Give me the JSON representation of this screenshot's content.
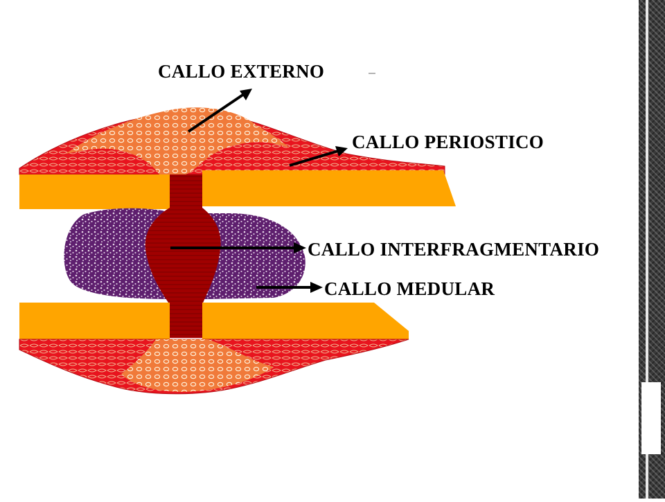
{
  "labels": {
    "external": "CALLO EXTERNO",
    "periosteal": "CALLO PERIOSTICO",
    "interfragmentary": "CALLO INTERFRAGMENTARIO",
    "medullary": "CALLO MEDULAR"
  },
  "colors": {
    "bone_cortex": "#ffa500",
    "periosteal_callus": "#e8141e",
    "external_callus": "#f07a3a",
    "interfragmentary_callus": "#a00000",
    "medullary_callus": "#5e1f6e",
    "arrow": "#000000"
  }
}
